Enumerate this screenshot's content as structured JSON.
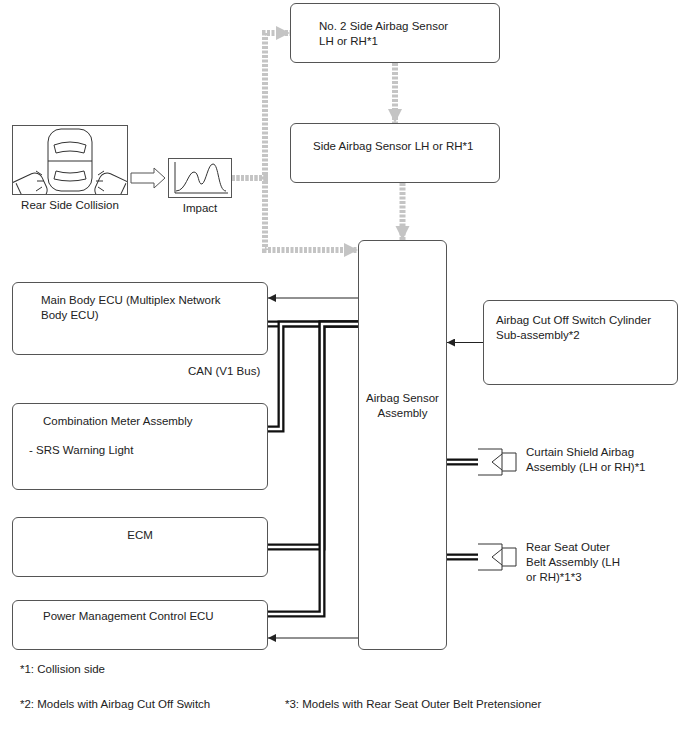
{
  "diagram": {
    "nodes": [
      {
        "text": [
          "Rear Side Collision"
        ]
      },
      {
        "text": [
          "Impact"
        ]
      },
      {
        "text": [
          "No. 2 Side Airbag Sensor LH or RH*1"
        ]
      },
      {
        "text": [
          "Side Airbag Sensor LH or RH*1"
        ]
      },
      {
        "text": [
          "Main Body ECU (Multiplex Network Body ECU)"
        ]
      },
      {
        "text": [
          "Airbag Cut Off Switch Cylinder Sub-assembly*2"
        ]
      },
      {
        "text": [
          "Combination Meter Assembly",
          "- SRS Warning Light"
        ]
      },
      {
        "text": [
          "Airbag Sensor Assembly"
        ]
      },
      {
        "text": [
          "ECM"
        ]
      },
      {
        "text": [
          "Curtain Shield Airbag Assembly (LH or RH)*1"
        ]
      },
      {
        "text": [
          "Rear Seat Outer Belt Assembly (LH or RH)*1*3"
        ]
      },
      {
        "text": [
          "Power Management Control ECU"
        ]
      }
    ],
    "edges": [
      {
        "from": 0,
        "to": 1,
        "arrow": "to"
      },
      {
        "from": 1,
        "to": 2,
        "arrow": "to"
      },
      {
        "from": 1,
        "to": 7,
        "arrow": "to"
      },
      {
        "from": 2,
        "to": 3,
        "arrow": "to"
      },
      {
        "from": 3,
        "to": 7,
        "arrow": "to"
      },
      {
        "from": 7,
        "to": 4,
        "arrow": "to"
      },
      {
        "from": 5,
        "to": 7,
        "arrow": "to"
      },
      {
        "from": 7,
        "to": 11,
        "arrow": "to"
      },
      {
        "from": 7,
        "to": 4,
        "arrow": "none"
      },
      {
        "from": 7,
        "to": 6,
        "arrow": "none"
      },
      {
        "from": 7,
        "to": 8,
        "arrow": "none"
      },
      {
        "from": 7,
        "to": 11,
        "arrow": "none"
      },
      {
        "from": 7,
        "to": 9,
        "arrow": "none"
      },
      {
        "from": 7,
        "to": 10,
        "arrow": "none"
      }
    ],
    "labels": [
      "CAN (V1 Bus)",
      "*1: Collision side",
      "*2: Models with Airbag Cut Off Switch",
      "*3: Models with Rear Seat Outer Belt Pretensioner"
    ]
  }
}
